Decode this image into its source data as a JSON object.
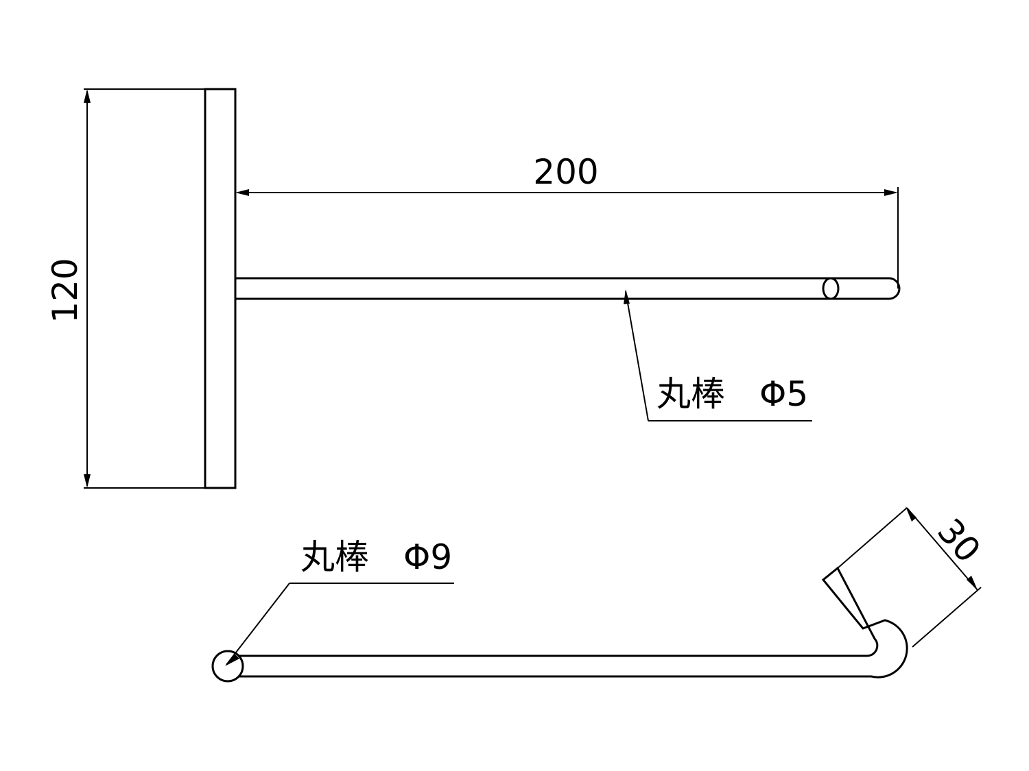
{
  "dimensions": {
    "height_label": "120",
    "length_label": "200",
    "bend_label": "30"
  },
  "callouts": {
    "top_rod": "丸棒　Φ5",
    "bottom_rod": "丸棒　Φ9"
  }
}
